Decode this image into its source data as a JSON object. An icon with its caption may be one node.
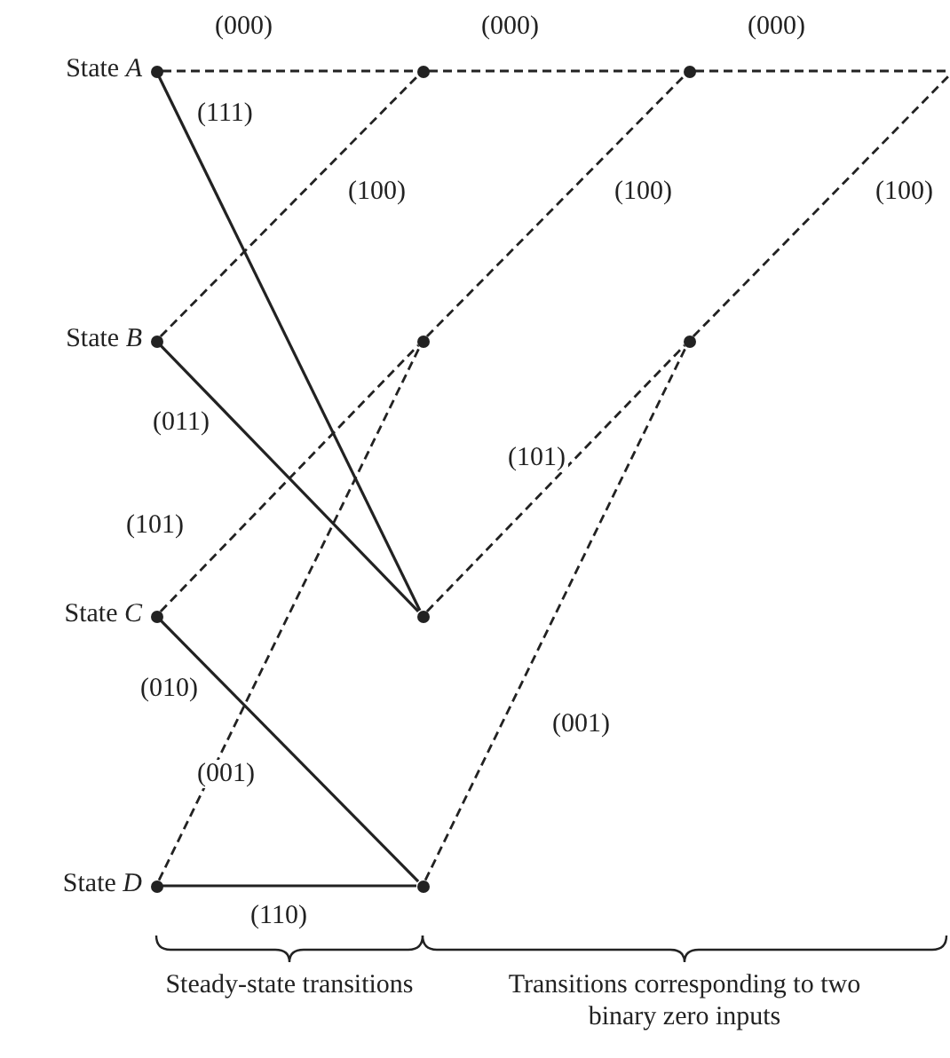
{
  "diagram": {
    "nodes": [
      {
        "text": [],
        "shape": "circle",
        "beside": [
          "State *A*"
        ]
      },
      {
        "text": [],
        "shape": "circle",
        "beside": [
          "State *B*"
        ]
      },
      {
        "text": [],
        "shape": "circle",
        "beside": [
          "State *C*"
        ]
      },
      {
        "text": [],
        "shape": "circle",
        "beside": [
          "State *D*"
        ]
      },
      {
        "text": [],
        "shape": "circle"
      },
      {
        "text": [],
        "shape": "circle"
      },
      {
        "text": [],
        "shape": "circle"
      },
      {
        "text": [],
        "shape": "circle"
      },
      {
        "text": [],
        "shape": "circle"
      },
      {
        "text": [],
        "shape": "circle"
      }
    ],
    "edges": [
      {
        "from": 0,
        "to": 4,
        "arrow": "none",
        "style": "dashed",
        "label": "(000)"
      },
      {
        "from": 0,
        "to": 6,
        "arrow": "none",
        "label": "(111)"
      },
      {
        "from": 1,
        "to": 4,
        "arrow": "none",
        "style": "dashed",
        "label": "(100)"
      },
      {
        "from": 1,
        "to": 6,
        "arrow": "none",
        "label": "(011)"
      },
      {
        "from": 2,
        "to": 5,
        "arrow": "none",
        "style": "dashed",
        "label": "(101)"
      },
      {
        "from": 2,
        "to": 7,
        "arrow": "none",
        "label": "(010)"
      },
      {
        "from": 3,
        "to": 5,
        "arrow": "none",
        "style": "dashed",
        "label": "(001)"
      },
      {
        "from": 3,
        "to": 7,
        "arrow": "none",
        "label": "(110)"
      },
      {
        "from": 4,
        "to": 8,
        "arrow": "none",
        "style": "dashed",
        "label": "(000)"
      },
      {
        "from": 5,
        "to": 8,
        "arrow": "none",
        "style": "dashed",
        "label": "(100)"
      },
      {
        "from": 6,
        "to": 9,
        "arrow": "none",
        "style": "dashed",
        "label": "(101)"
      },
      {
        "from": 7,
        "to": 9,
        "arrow": "none",
        "style": "dashed",
        "label": "(001)"
      },
      {
        "from": 8,
        "to": null,
        "arrow": "none",
        "style": "dashed",
        "label": "(000)"
      },
      {
        "from": 9,
        "to": null,
        "arrow": "none",
        "style": "dashed",
        "label": "(100)"
      }
    ],
    "labels": [
      "Steady-state transitions",
      "Transitions corresponding to two binary zero inputs"
    ]
  }
}
